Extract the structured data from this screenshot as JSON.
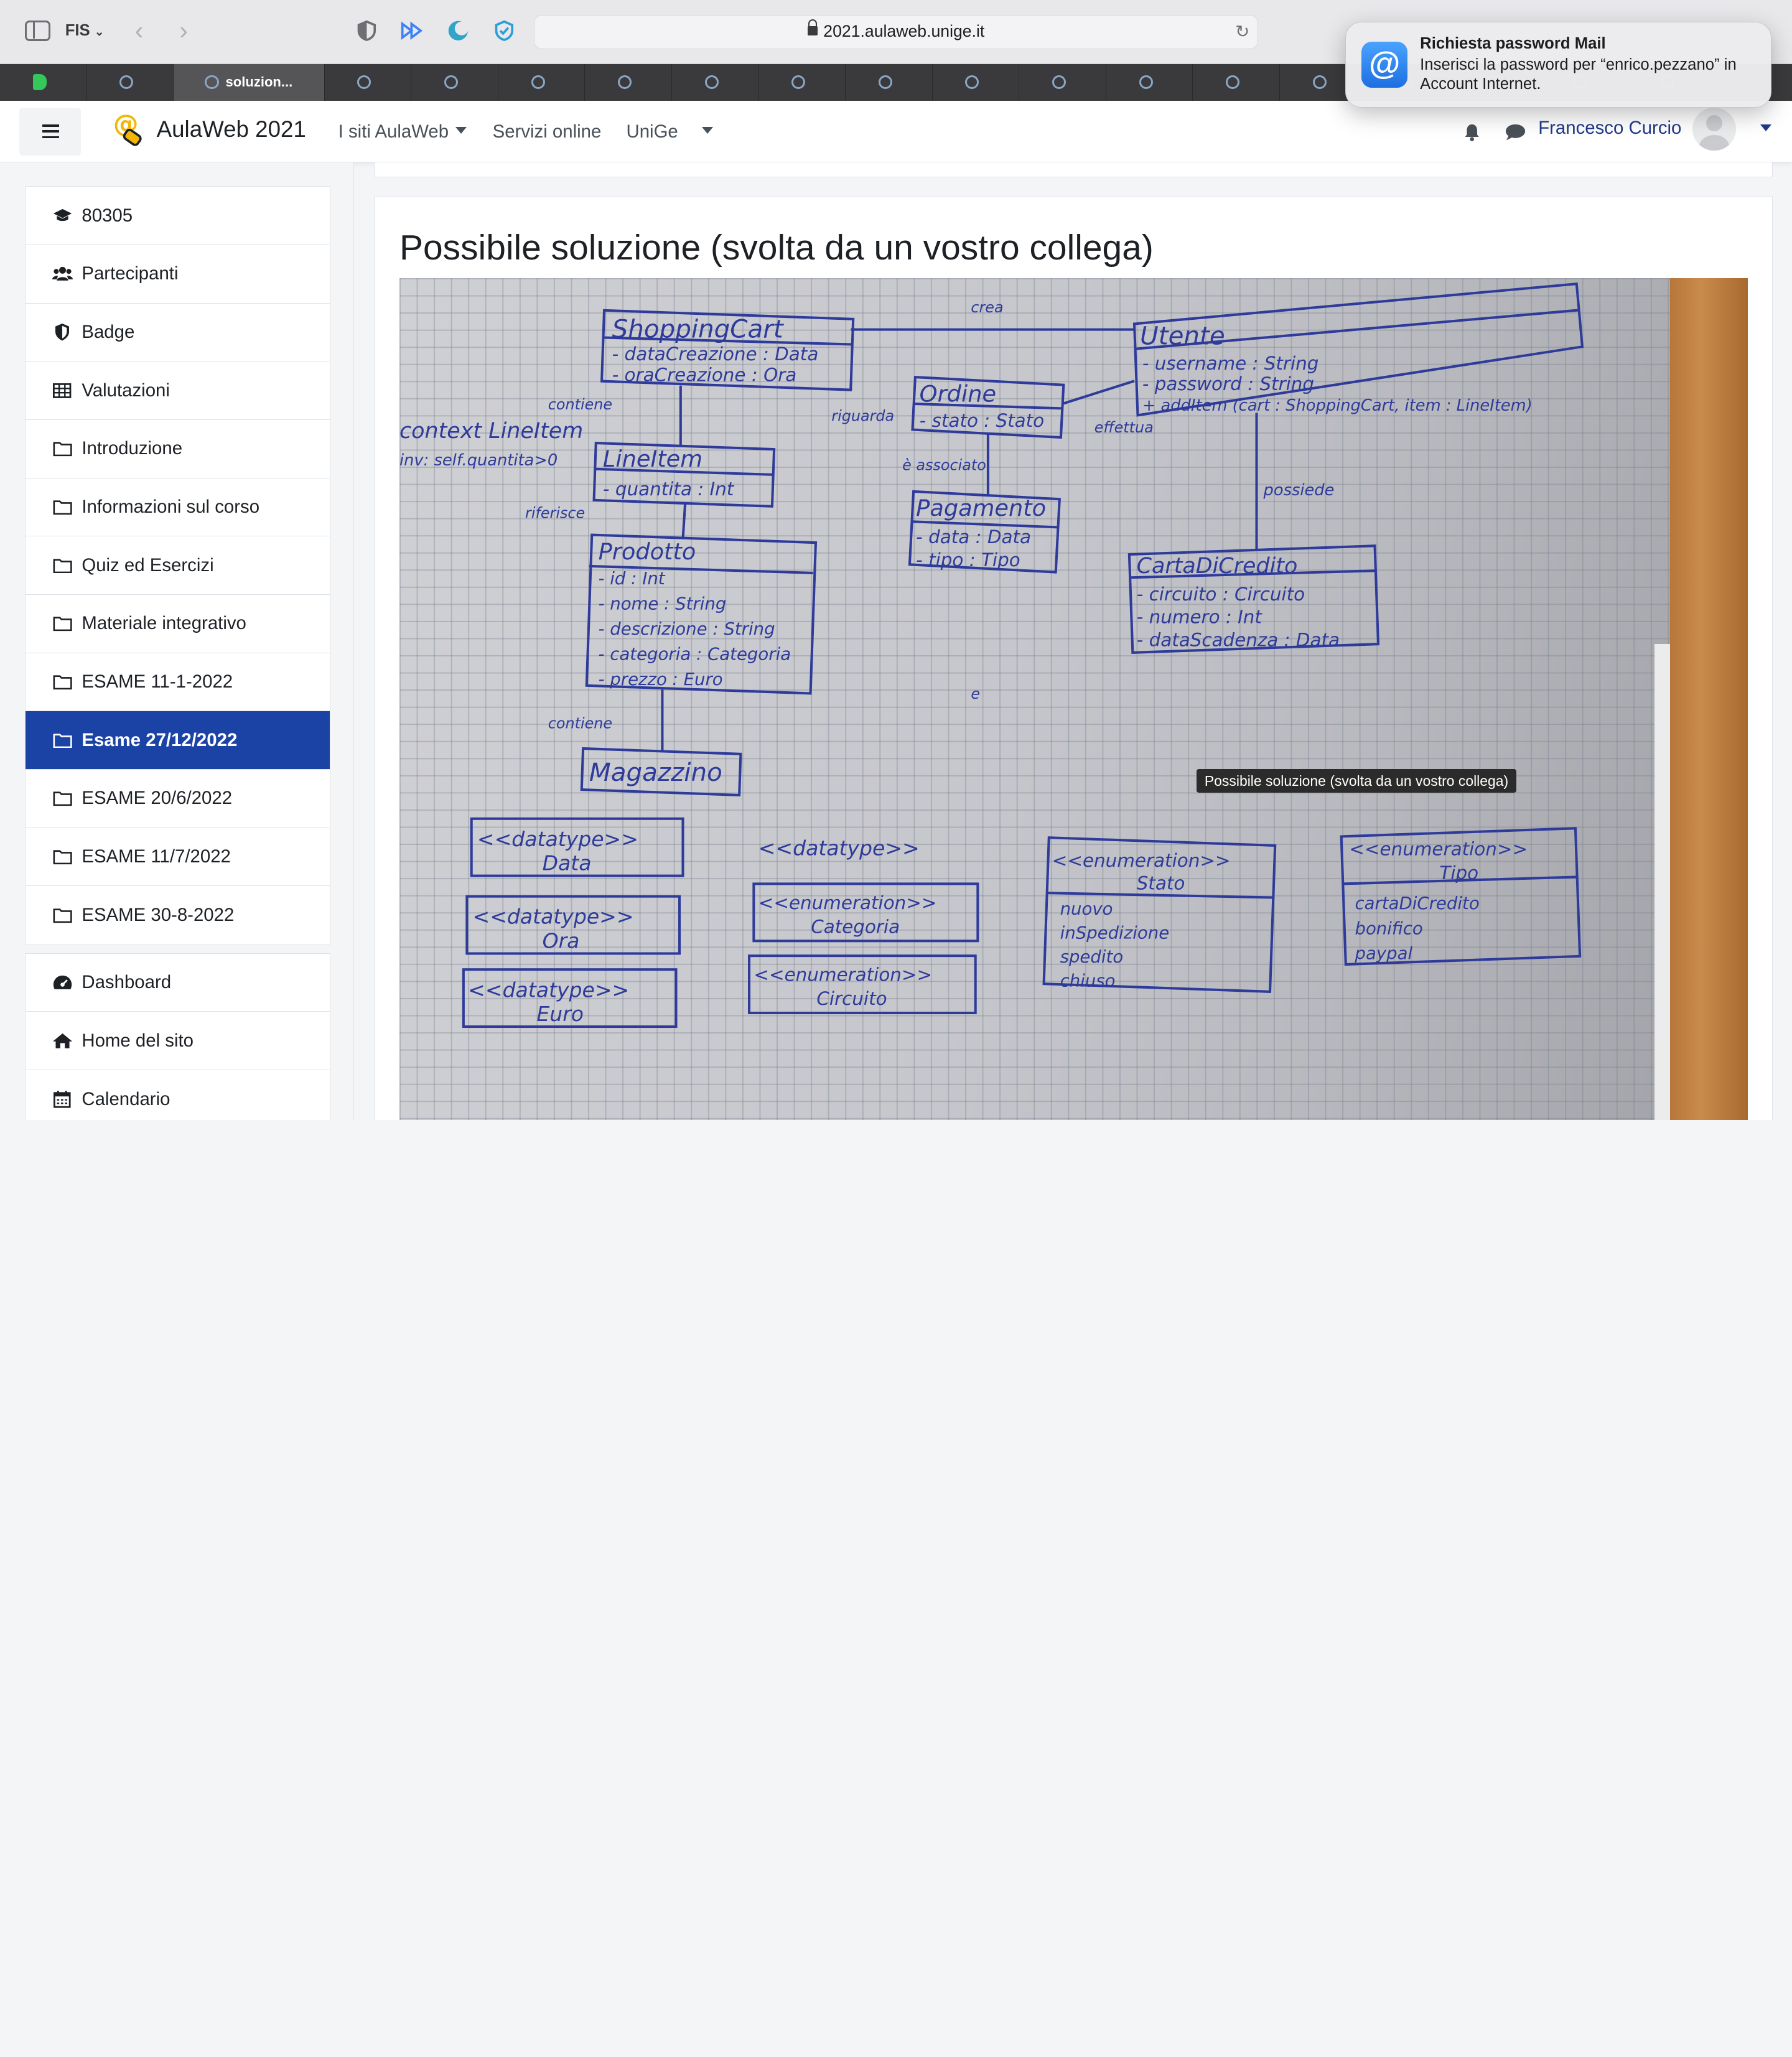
{
  "browser": {
    "profile": "FIS",
    "url": "2021.aulaweb.unige.it",
    "active_tab_label": "soluzion..."
  },
  "notification": {
    "title": "Richiesta password Mail",
    "body": "Inserisci la password per “enrico.pezzano” in Account Internet."
  },
  "navbar": {
    "site_name": "AulaWeb 2021",
    "links": [
      "I siti AulaWeb",
      "Servizi online",
      "UniGe"
    ],
    "user_name": "Francesco Curcio"
  },
  "sidebar": {
    "course_items": [
      {
        "label": "80305",
        "icon": "graduation-cap-icon"
      },
      {
        "label": "Partecipanti",
        "icon": "users-icon"
      },
      {
        "label": "Badge",
        "icon": "shield-icon"
      },
      {
        "label": "Valutazioni",
        "icon": "table-icon"
      },
      {
        "label": "Introduzione",
        "icon": "folder-icon"
      },
      {
        "label": "Informazioni sul corso",
        "icon": "folder-icon"
      },
      {
        "label": "Quiz ed Esercizi",
        "icon": "folder-icon"
      },
      {
        "label": "Materiale integrativo",
        "icon": "folder-icon"
      },
      {
        "label": "ESAME 11-1-2022",
        "icon": "folder-icon"
      },
      {
        "label": "Esame 27/12/2022",
        "icon": "folder-icon",
        "active": true
      },
      {
        "label": "ESAME 20/6/2022",
        "icon": "folder-icon"
      },
      {
        "label": "ESAME 11/7/2022",
        "icon": "folder-icon"
      },
      {
        "label": "ESAME 30-8-2022",
        "icon": "folder-icon"
      }
    ],
    "site_items": [
      {
        "label": "Dashboard",
        "icon": "dashboard-icon"
      },
      {
        "label": "Home del sito",
        "icon": "home-icon"
      },
      {
        "label": "Calendario",
        "icon": "calendar-icon"
      }
    ]
  },
  "main": {
    "title": "Possibile soluzione (svolta da un vostro collega)",
    "image_tooltip": "Possibile soluzione (svolta da un vostro collega)"
  },
  "colors": {
    "active_nav": "#1b43a6",
    "user_link": "#1e3a8a",
    "ink": "#2e3b9a"
  }
}
